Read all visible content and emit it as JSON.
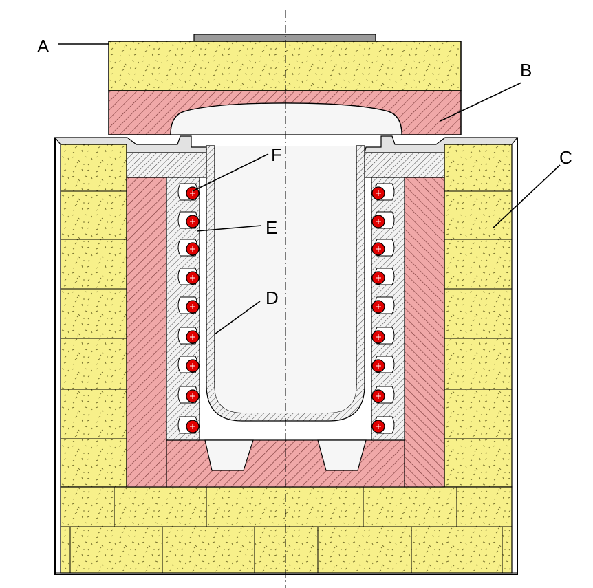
{
  "labels": {
    "a": "A",
    "b": "B",
    "c": "C",
    "d": "D",
    "e": "E",
    "f": "F"
  },
  "colors": {
    "insulation": "#f7f08a",
    "refractory": "#f0a8a8",
    "hatch_dark": "#6b3b3b",
    "crucible": "#f6f6f6",
    "coil": "#e00000",
    "steel": "#dcdcdc",
    "outline": "#000000"
  }
}
